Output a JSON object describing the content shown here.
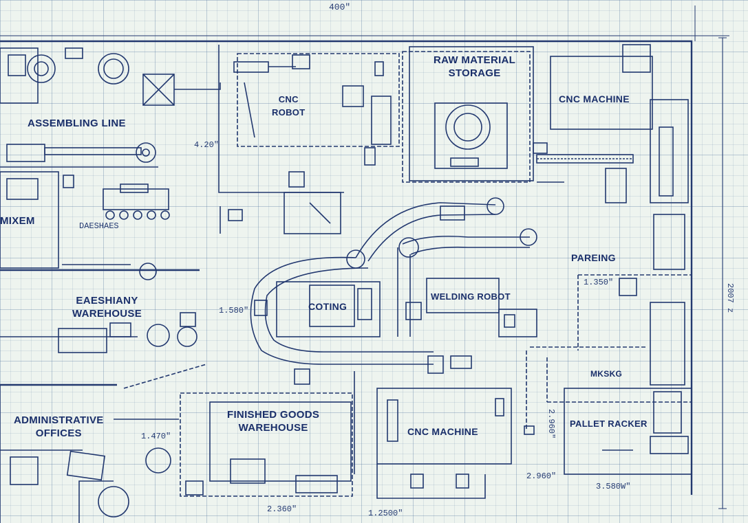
{
  "zones": {
    "assembling_line": "ASSEMBLING LINE",
    "mixer": "MIXEM",
    "dispatch": "DAESHAES",
    "easy_warehouse": [
      "EAESHIANY",
      "WAREHOUSE"
    ],
    "admin_offices": [
      "ADMINISTRATIVE",
      "OFFICES"
    ],
    "cnc_robot": [
      "CNC",
      "ROBOT"
    ],
    "raw_material": [
      "RAW MATERIAL",
      "STORAGE"
    ],
    "cnc_machine_top": "CNC MACHINE",
    "coating": "COTING",
    "welding_robot": "WELDING ROBOT",
    "pareting": "PAREING",
    "finished_goods": [
      "FINISHED GOODS",
      "WAREHOUSE"
    ],
    "cnc_machine_bottom": "CNC MACHINE",
    "masking": "MKSKG",
    "pallet_racker": "PALLET RACKER"
  },
  "dimensions": {
    "top_width": "400\"",
    "right_height": "2007 z",
    "d_4_20": "4.20\"",
    "d_1_580": "1.580\"",
    "d_1_350": "1.350\"",
    "d_1_470": "1.470\"",
    "d_2_360": "2.360\"",
    "d_1_2500": "1.2500\"",
    "d_2_960": "2.960\"",
    "d_3_580w": "3.580W\"",
    "d_2_960_v": "2.960\""
  },
  "colors": {
    "ink": "#1a2f6a",
    "paper": "#eef4ef",
    "grid": "#466e96"
  }
}
